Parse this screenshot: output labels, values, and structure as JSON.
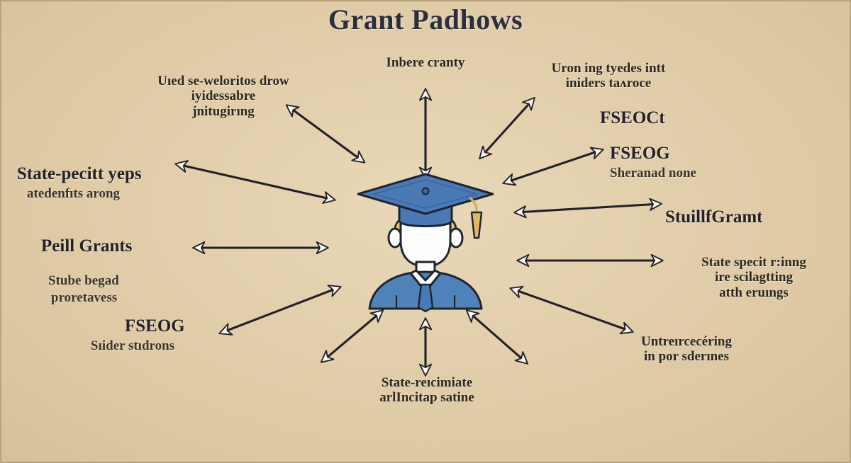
{
  "title": "Grant Padhows",
  "colors": {
    "background": "#e0cba6",
    "title_text": "#2b2f3d",
    "label_text": "#2e2a22",
    "arrow_fill": "#fdfaf0",
    "arrow_outline": "#23202a",
    "cap_blue": "#4a7ab5",
    "cap_blue_dark": "#3d6aa3",
    "gown_blue": "#4f82b8",
    "tassel_gold": "#e0b863",
    "hair_gold": "#e8c25f",
    "face_white": "#fdfdfb",
    "outline": "#1e2430",
    "frame": "#b9a37d"
  },
  "center_figure": {
    "name": "graduate-student",
    "cap": "mortarboard",
    "tassel": "gold-tassel",
    "gown": "blue-gown",
    "tie": "blue-necktie"
  },
  "labels": [
    {
      "id": "top-center",
      "heading": "Inbere cranty",
      "sub": "",
      "size": "med",
      "align": "center"
    },
    {
      "id": "top-left",
      "heading": "Uıed se-weloritos drow",
      "sub": "iyidessabre",
      "sub2": "jnitugirıng",
      "size": "med",
      "align": "center"
    },
    {
      "id": "top-right",
      "heading": "Uron ing tyedes intt",
      "sub": "iniders taʌroce",
      "size": "med",
      "align": "center"
    },
    {
      "id": "right-fseoct",
      "heading": "FSEOCt",
      "sub": "",
      "size": "big",
      "align": "left"
    },
    {
      "id": "right-fseog",
      "heading": "FSEOG",
      "sub": "Sheranad none",
      "size": "big",
      "align": "left"
    },
    {
      "id": "right-stuillfgramt",
      "heading": "StuillfGramt",
      "sub": "",
      "size": "big",
      "align": "left"
    },
    {
      "id": "right-state-specific",
      "heading": "State specit r:inng",
      "sub": "ire scilagtting",
      "sub2": "atth eruıngs",
      "size": "med",
      "align": "center"
    },
    {
      "id": "bottom-right",
      "heading": "Untreırcecéring",
      "sub": "in por sderınes",
      "size": "med",
      "align": "center"
    },
    {
      "id": "bottom-center",
      "heading": "State-reıcimiate",
      "sub": "arlIncitap satine",
      "size": "med",
      "align": "center"
    },
    {
      "id": "left-fseog",
      "heading": "FSEOG",
      "sub": "Sıider stıdrons",
      "size": "big",
      "align": "left"
    },
    {
      "id": "left-pell",
      "heading": "Peill Grants",
      "sub": "Stube begad",
      "sub2": "proretavess",
      "size": "big",
      "align": "left"
    },
    {
      "id": "left-state-specific",
      "heading": "State-pecitt yeps",
      "sub": "atedenfıts arong",
      "size": "big",
      "align": "left"
    }
  ],
  "arrow_count": 12,
  "arrow_style": "double-headed"
}
